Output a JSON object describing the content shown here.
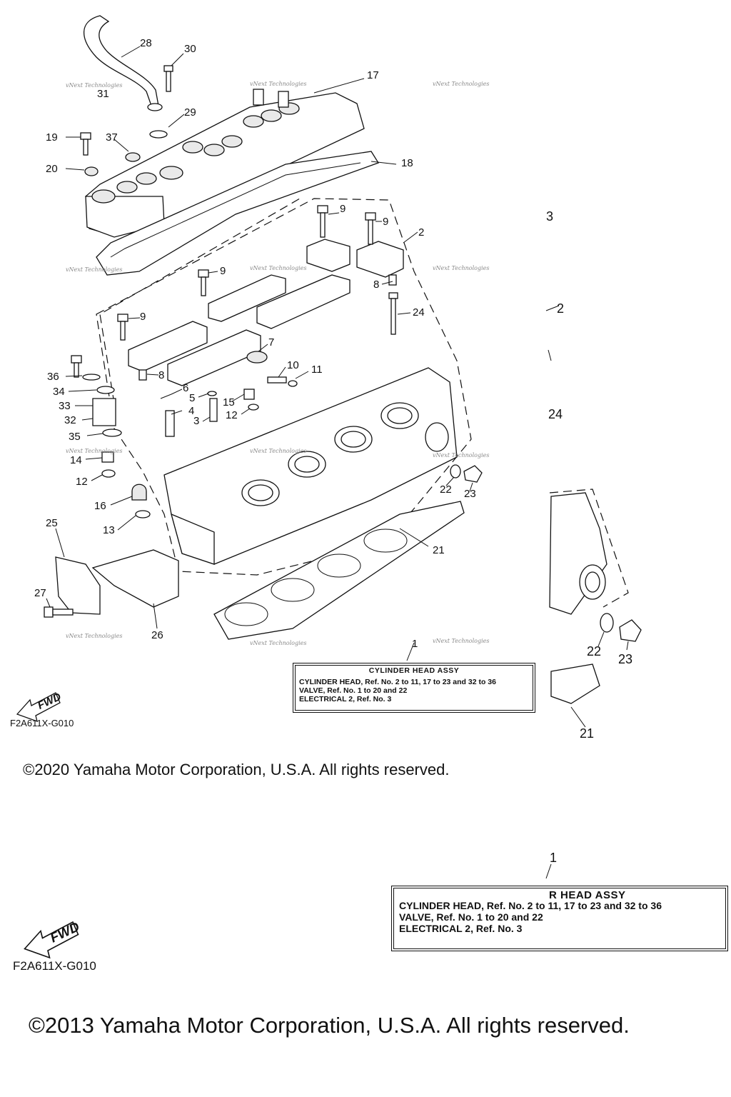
{
  "callouts": [
    "1",
    "2",
    "3",
    "4",
    "5",
    "6",
    "7",
    "8",
    "9",
    "10",
    "11",
    "12",
    "13",
    "14",
    "15",
    "16",
    "17",
    "18",
    "19",
    "20",
    "21",
    "22",
    "23",
    "24",
    "25",
    "26",
    "27",
    "28",
    "29",
    "30",
    "31",
    "32",
    "33",
    "34",
    "35",
    "36",
    "37"
  ],
  "watermark": "vNext Technologies",
  "assy_box_top": {
    "title": "CYLINDER HEAD ASSY",
    "lines": [
      "CYLINDER HEAD, Ref. No. 2 to 11, 17 to 23 and 32 to 36",
      "VALVE, Ref. No. 1 to 20 and 22",
      "ELECTRICAL 2, Ref. No. 3"
    ]
  },
  "assy_box_bottom": {
    "title": "R HEAD ASSY",
    "lines": [
      "CYLINDER HEAD, Ref. No. 2 to 11, 17 to 23 and 32 to 36",
      "VALVE, Ref. No. 1 to 20 and 22",
      "ELECTRICAL 2, Ref. No. 3"
    ]
  },
  "fwd_label": "FWD",
  "diagram_code": "F2A611X-G010",
  "copyright_2020": "©2020 Yamaha Motor Corporation, U.S.A. All rights reserved.",
  "copyright_2013": "©2013 Yamaha Motor Corporation, U.S.A. All rights reserved.",
  "fragment_labels": {
    "r3": "3",
    "r2": "2",
    "r24": "24",
    "r22": "22",
    "r23": "23",
    "r21": "21",
    "r1": "1"
  }
}
